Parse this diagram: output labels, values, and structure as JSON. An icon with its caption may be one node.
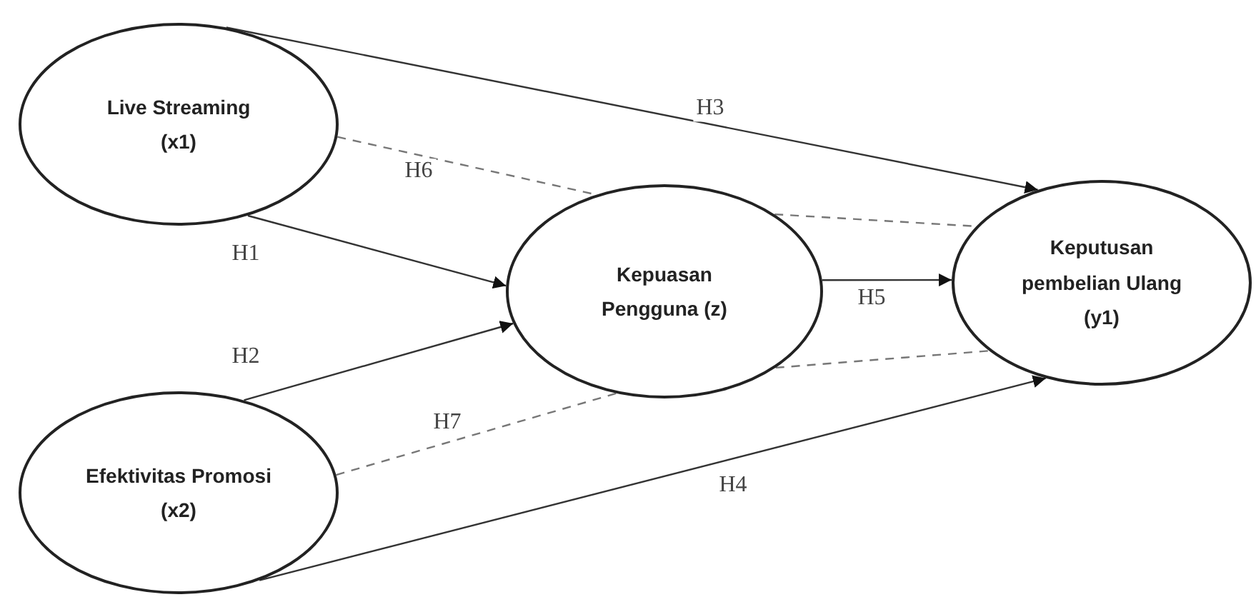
{
  "diagram": {
    "nodes": [
      {
        "text": [
          "Live Streaming (x1)"
        ]
      },
      {
        "text": [
          "Efektivitas Promosi (x2)"
        ]
      },
      {
        "text": [
          "Kepuasan Pengguna (z)"
        ]
      },
      {
        "text": [
          "Keputusan pembelian Ulang (y1)"
        ]
      }
    ],
    "edges": [
      {
        "from": 0,
        "to": 2,
        "arrow": "to",
        "label": "H1"
      },
      {
        "from": 1,
        "to": 2,
        "arrow": "to",
        "label": "H2"
      },
      {
        "from": 0,
        "to": 3,
        "arrow": "to",
        "label": "H3"
      },
      {
        "from": 1,
        "to": 3,
        "arrow": "to",
        "label": "H4"
      },
      {
        "from": 2,
        "to": 3,
        "arrow": "to",
        "label": "H5"
      },
      {
        "from": 0,
        "to": 2,
        "arrow": "none",
        "label": "H6",
        "style": "dashed"
      },
      {
        "from": 2,
        "to": 3,
        "arrow": "none",
        "style": "dashed"
      },
      {
        "from": 1,
        "to": 2,
        "arrow": "none",
        "label": "H7",
        "style": "dashed"
      },
      {
        "from": 2,
        "to": 3,
        "arrow": "none",
        "style": "dashed"
      }
    ]
  }
}
